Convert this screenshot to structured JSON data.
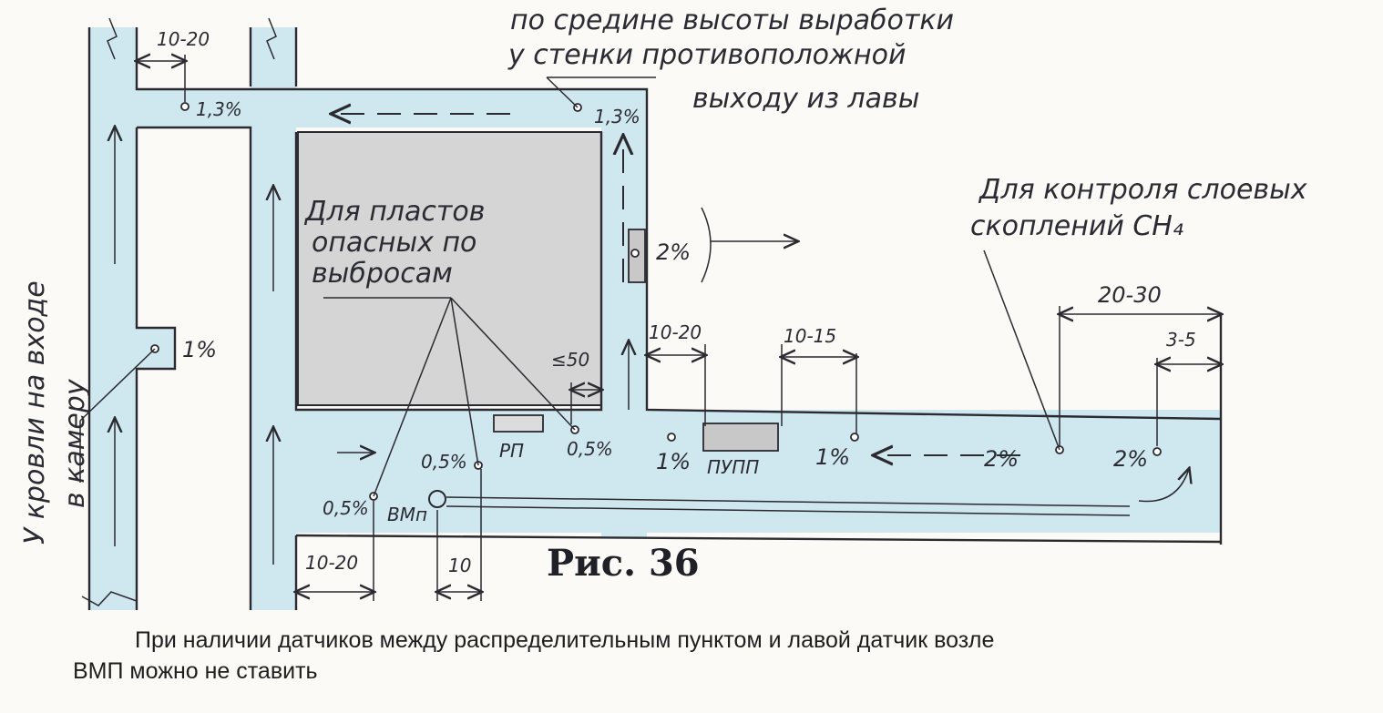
{
  "figure_label": "Рис. 36",
  "annotations": {
    "top_note": [
      "по средине высоты выработки",
      "у стенки противоположной",
      "выходу из лавы"
    ],
    "outburst_note": [
      "Для пластов",
      "опасных по",
      "выбросам"
    ],
    "layer_note": [
      "Для контроля слоевых",
      "скоплений CH₄"
    ],
    "roof_note": [
      "У кровли на входе",
      "в камеру"
    ]
  },
  "labels": {
    "rp": "РП",
    "pupp": "ПУПП",
    "vmp": "ВМп"
  },
  "sensors": {
    "top_left": "1,3%",
    "top_right": "1,3%",
    "side": "2%",
    "chamber": "1%",
    "rp_right": "0,5%",
    "rp_left": "0,5%",
    "vmp": "0,5%",
    "lower_a": "1%",
    "lower_b": "1%",
    "lower_c": "2%",
    "lower_d": "2%"
  },
  "dimensions": {
    "top_10_20": "10-20",
    "mid_10_20": "10-20",
    "mid_10_15": "10-15",
    "right_20_30": "20-30",
    "right_3_5": "3-5",
    "le_50": "≤50",
    "bottom_10_20": "10-20",
    "bottom_10": "10"
  },
  "caption": {
    "line1": "При наличии датчиков между распределительным пунктом и лавой датчик возле",
    "line2": "ВМП можно не ставить"
  }
}
